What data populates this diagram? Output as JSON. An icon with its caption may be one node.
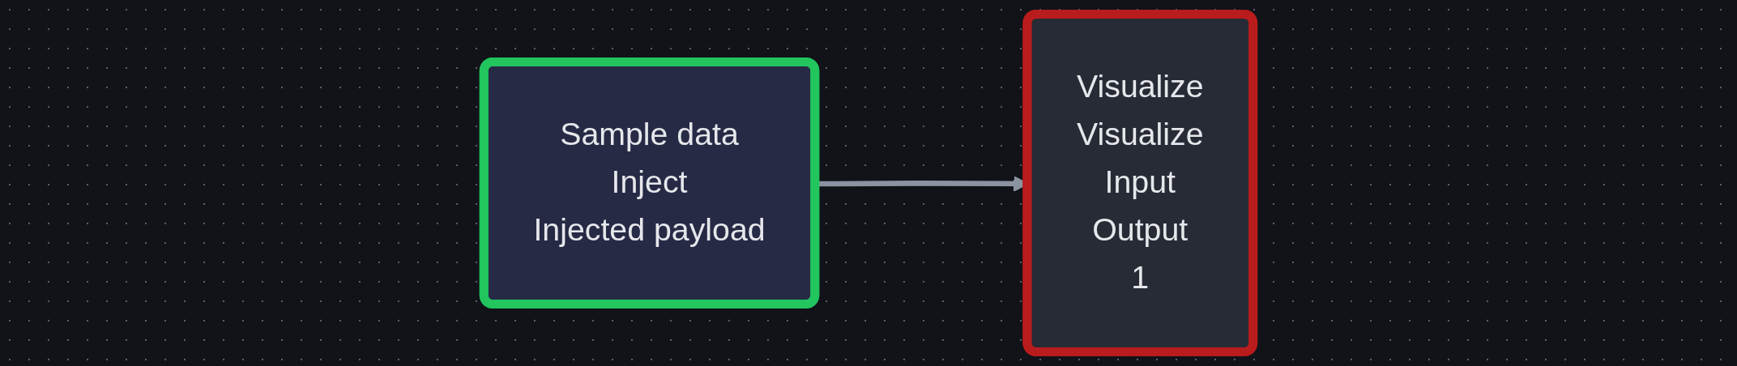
{
  "diagram": {
    "nodes": [
      {
        "text": [
          "Sample data",
          "Inject",
          "Injected payload"
        ]
      },
      {
        "text": [
          "Visualize",
          "Visualize",
          "Input",
          "Output",
          "1"
        ]
      }
    ],
    "edges": [
      {
        "from": 0,
        "to": 1,
        "arrow": "to"
      }
    ]
  }
}
